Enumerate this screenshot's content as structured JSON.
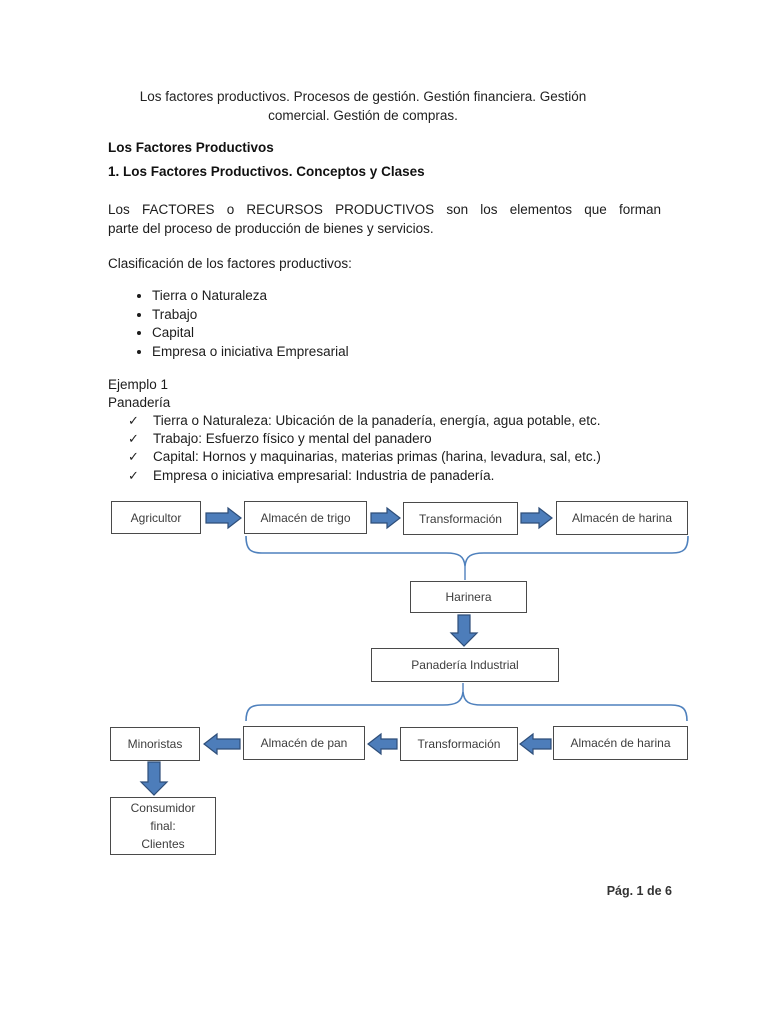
{
  "document": {
    "title": "Los factores productivos. Procesos de gestión. Gestión financiera. Gestión comercial. Gestión de compras.",
    "section_heading": "Los Factores Productivos",
    "subsection_heading": "1. Los Factores Productivos. Conceptos y Clases",
    "intro": {
      "line1": "Los FACTORES o RECURSOS PRODUCTIVOS son los elementos que forman",
      "line2": "parte del proceso de producción de bienes y servicios."
    },
    "classification_label": "Clasificación de los factores productivos:",
    "factors": [
      "Tierra o Naturaleza",
      "Trabajo",
      "Capital",
      "Empresa o iniciativa Empresarial"
    ],
    "example": {
      "title": "Ejemplo 1",
      "subtitle": "Panadería",
      "check_glyph": "✓",
      "items": [
        "Tierra o Naturaleza: Ubicación de la panadería, energía, agua potable, etc.",
        "Trabajo: Esfuerzo físico y mental del panadero",
        "Capital: Hornos y maquinarias, materias primas (harina, levadura, sal, etc.)",
        "Empresa o iniciativa empresarial: Industria de panadería."
      ]
    },
    "footer": "Pág. 1 de 6"
  },
  "diagram": {
    "top_chain": [
      "Agricultor",
      "Almacén de trigo",
      "Transformación",
      "Almacén de harina"
    ],
    "mill": "Harinera",
    "bakery": "Panadería Industrial",
    "bottom_chain": [
      "Minoristas",
      "Almacén de pan",
      "Transformación",
      "Almacén de harina"
    ],
    "consumer": "Consumidor\nfinal:\nClientes",
    "colors": {
      "arrow_fill": "#4d7dba",
      "arrow_stroke": "#2e4e79",
      "brace": "#4f81bd",
      "box_border": "#4a4a4a"
    }
  }
}
